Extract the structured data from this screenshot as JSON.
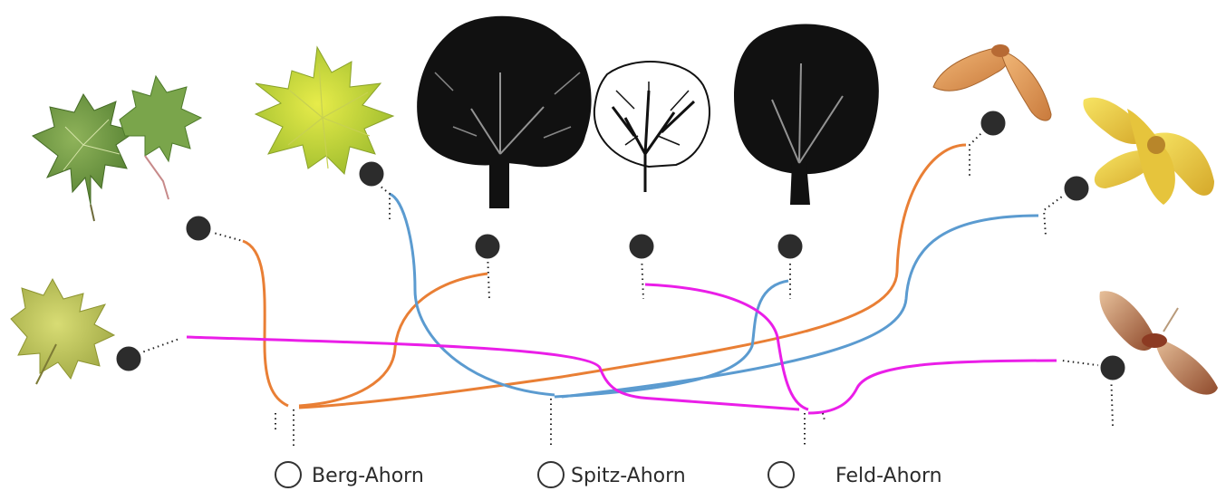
{
  "targets": [
    {
      "id": "berg",
      "label": "Berg-Ahorn"
    },
    {
      "id": "spitz",
      "label": "Spitz-Ahorn"
    },
    {
      "id": "feld",
      "label": "Feld-Ahorn"
    }
  ],
  "items": [
    {
      "id": "leaf-sycamore-pair",
      "kind": "leaf"
    },
    {
      "id": "leaf-norway-yellow",
      "kind": "leaf"
    },
    {
      "id": "leaf-field-small",
      "kind": "leaf"
    },
    {
      "id": "tree-tall-crown",
      "kind": "tree"
    },
    {
      "id": "tree-small-round",
      "kind": "tree"
    },
    {
      "id": "tree-oval-crown",
      "kind": "tree"
    },
    {
      "id": "seed-orange-pair",
      "kind": "seed"
    },
    {
      "id": "seed-yellow-cluster",
      "kind": "seed"
    },
    {
      "id": "seed-red-samara",
      "kind": "seed"
    }
  ],
  "colors": {
    "berg": "#e97f35",
    "spitz": "#5b9bd0",
    "feld": "#ea1ee8",
    "handle": "#2c2c2c",
    "target_ring": "#333333"
  }
}
